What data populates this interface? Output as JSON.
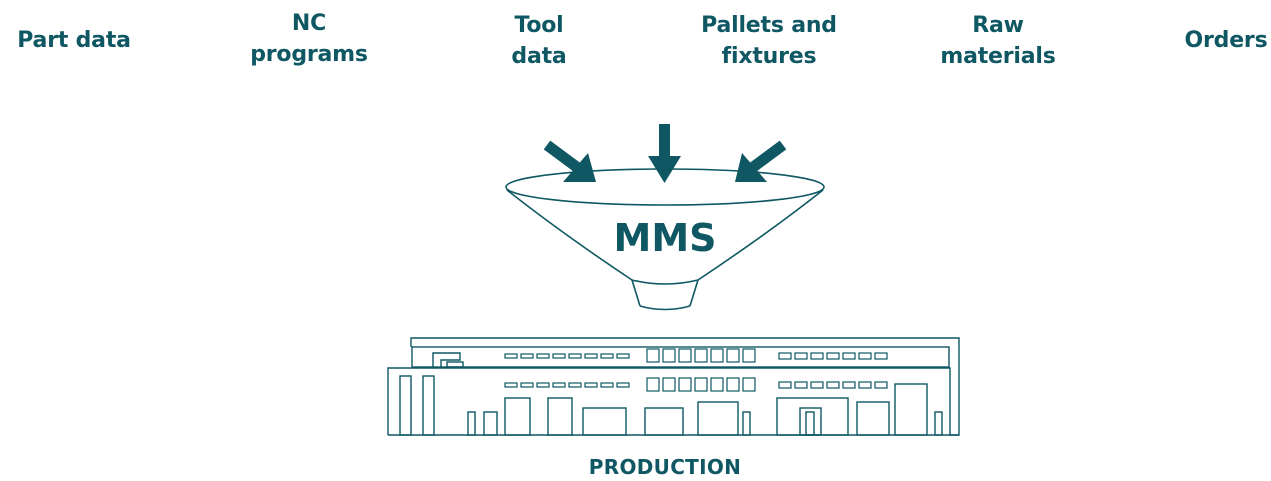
{
  "colors": {
    "primary": "#0e5763",
    "background": "#ffffff"
  },
  "inputs": [
    {
      "id": "part-data",
      "label": "Part data"
    },
    {
      "id": "nc-programs",
      "label": "NC\nprograms"
    },
    {
      "id": "tool-data",
      "label": "Tool\ndata"
    },
    {
      "id": "pallets-fixtures",
      "label": "Pallets and\nfixtures"
    },
    {
      "id": "raw-materials",
      "label": "Raw\nmaterials"
    },
    {
      "id": "orders",
      "label": "Orders"
    }
  ],
  "funnel": {
    "label": "MMS"
  },
  "output": {
    "label": "PRODUCTION"
  },
  "icons": [
    "arrow-down-right-icon",
    "arrow-down-icon",
    "arrow-down-left-icon",
    "funnel-icon",
    "factory-icon"
  ]
}
